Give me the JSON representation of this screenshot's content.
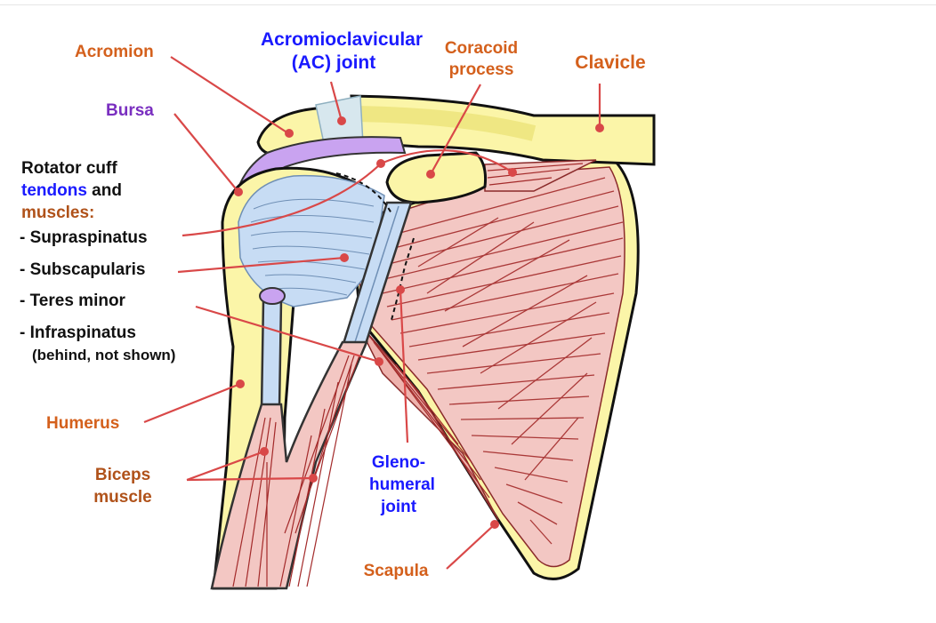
{
  "labels": {
    "acromion": "Acromion",
    "ac_joint_1": "Acromioclavicular",
    "ac_joint_2": "(AC) joint",
    "coracoid_1": "Coracoid",
    "coracoid_2": "process",
    "clavicle": "Clavicle",
    "bursa": "Bursa",
    "rotator_1": "Rotator cuff",
    "rotator_2a": "tendons",
    "rotator_2b": " and",
    "rotator_3": "muscles:",
    "supraspinatus": "- Supraspinatus",
    "subscapularis": "- Subscapularis",
    "teres_minor": "- Teres minor",
    "infraspinatus": "- Infraspinatus",
    "infraspinatus_note": "(behind, not shown)",
    "humerus": "Humerus",
    "biceps_1": "Biceps",
    "biceps_2": "muscle",
    "gleno_1": "Gleno-",
    "gleno_2": "humeral",
    "gleno_3": "joint",
    "scapula": "Scapula"
  },
  "colors": {
    "orange_label": "#d4601c",
    "blue_label": "#1a1aff",
    "purple_label": "#7a2fc0",
    "black_label": "#111111",
    "brown_label": "#b0521a",
    "leader_line": "#d94848",
    "bone": "#fbf5a8",
    "muscle": "#f3c7c3",
    "muscle_fiber": "#a32a2a",
    "tendon": "#c7dcf4",
    "bursa": "#c9a3f0"
  }
}
